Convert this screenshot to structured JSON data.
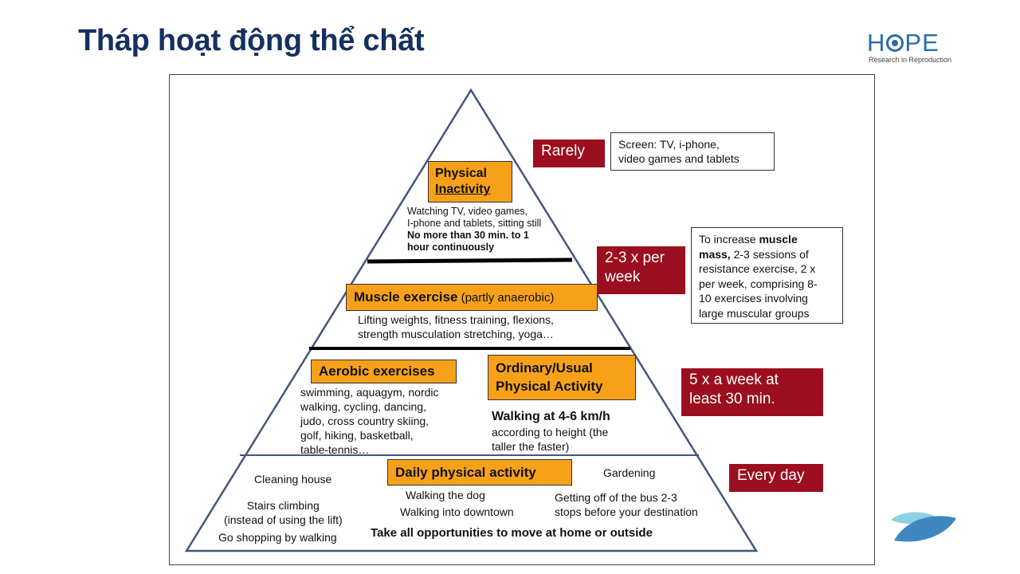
{
  "slide_title": "Tháp hoạt động thể chất",
  "logo": {
    "letters_left": "H",
    "letters_right": "PE",
    "subtitle": "Research in Reproduction"
  },
  "colors": {
    "title": "#14305f",
    "orange": "#f7a11a",
    "red": "#9b0e1f",
    "logo_blue": "#2b6ca8"
  },
  "pyramid": {
    "inactivity": {
      "label_line1": "Physical",
      "label_line2": "Inactivity",
      "desc_line1": "Watching TV, video games,",
      "desc_line2": "I-phone and tablets, sitting still",
      "limit_line1": "No more than 30 min. to 1",
      "limit_line2": "hour continuously"
    },
    "muscle": {
      "label_bold": "Muscle exercise",
      "label_rest": " (partly anaerobic)",
      "desc_line1": "Lifting weights, fitness training, flexions,",
      "desc_line2": "strength musculation stretching, yoga…"
    },
    "aerobic": {
      "label": "Aerobic exercises",
      "lines": [
        "swimming, aquagym, nordic",
        "walking, cycling, dancing,",
        "judo, cross country skiing,",
        "golf, hiking, basketball,",
        "table-tennis…"
      ]
    },
    "ordinary": {
      "label_line1": "Ordinary/Usual",
      "label_line2": "Physical Activity",
      "walking": "Walking at 4-6 km/h",
      "desc_line1": "according to height (the",
      "desc_line2": "taller the faster)"
    },
    "daily": {
      "label": "Daily physical activity",
      "cleaning": "Cleaning house",
      "stairs_line1": "Stairs climbing",
      "stairs_line2": "(instead of using the lift)",
      "shopping": "Go shopping by walking",
      "dog": "Walking the dog",
      "downtown": "Walking into downtown",
      "gardening": "Gardening",
      "bus_line1": "Getting off of the bus 2-3",
      "bus_line2": "stops before your destination",
      "footer": "Take all opportunities to move at home or outside"
    }
  },
  "frequency": {
    "rarely": "Rarely",
    "muscle_line1": "2-3 x per",
    "muscle_line2": "week",
    "aerobic_line1": "5 x a week at",
    "aerobic_line2": "least 30 min.",
    "daily": "Every day"
  },
  "notes": {
    "screen_line1": "Screen: TV, i-phone,",
    "screen_line2": "video games and tablets",
    "muscle_pre": "To increase ",
    "muscle_bold1": "muscle",
    "muscle_bold2": "mass,",
    "muscle_rest_line2": " 2-3 sessions of",
    "muscle_line3": "resistance exercise, 2 x",
    "muscle_line4": "per week, comprising 8-",
    "muscle_line5": "10 exercises involving",
    "muscle_line6": "large muscular groups"
  }
}
